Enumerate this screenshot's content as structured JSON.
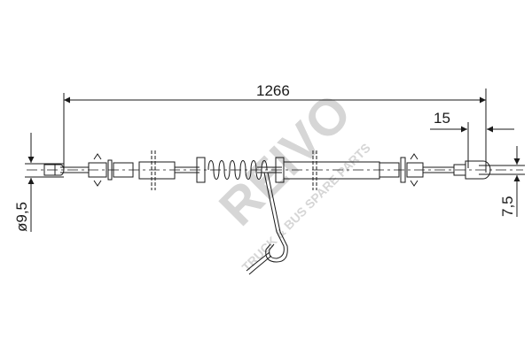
{
  "drawing": {
    "dimensions": {
      "overall_length": "1266",
      "end_offset": "15",
      "left_diameter": "ø9,5",
      "right_height": "7,5"
    },
    "line_color": "#1a1a1a",
    "watermark": {
      "brand": "REIVO",
      "tagline": "TRUCK & BUS SPARE PARTS",
      "color": "#d6d6d6"
    }
  }
}
